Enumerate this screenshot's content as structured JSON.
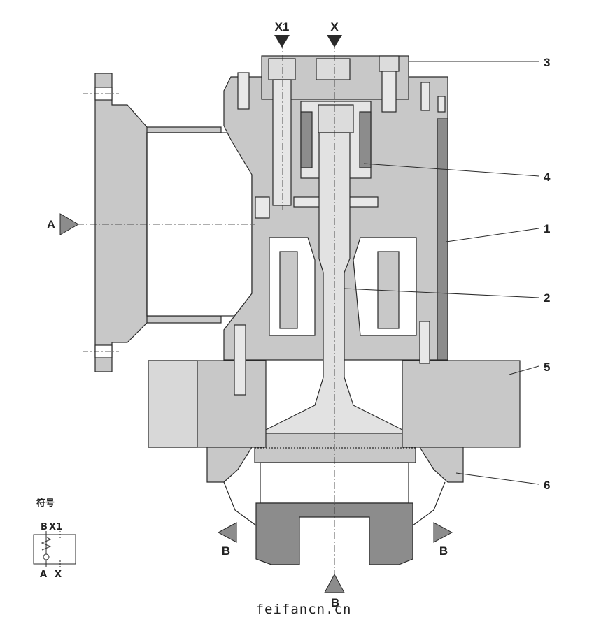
{
  "ports": {
    "x1": "X1",
    "x": "X",
    "a": "A",
    "b_left": "B",
    "b_right": "B",
    "b_bottom": "B"
  },
  "callouts": [
    "3",
    "4",
    "1",
    "2",
    "5",
    "6"
  ],
  "symbol": {
    "title": "符号",
    "top_left": "B",
    "top_right": "X1",
    "bottom_left": "A",
    "bottom_right": "X"
  },
  "watermark": "feifancn.cn",
  "colors": {
    "body": "#c8c8c8",
    "dark": "#8c8c8c",
    "outline": "#2a2a2a"
  }
}
